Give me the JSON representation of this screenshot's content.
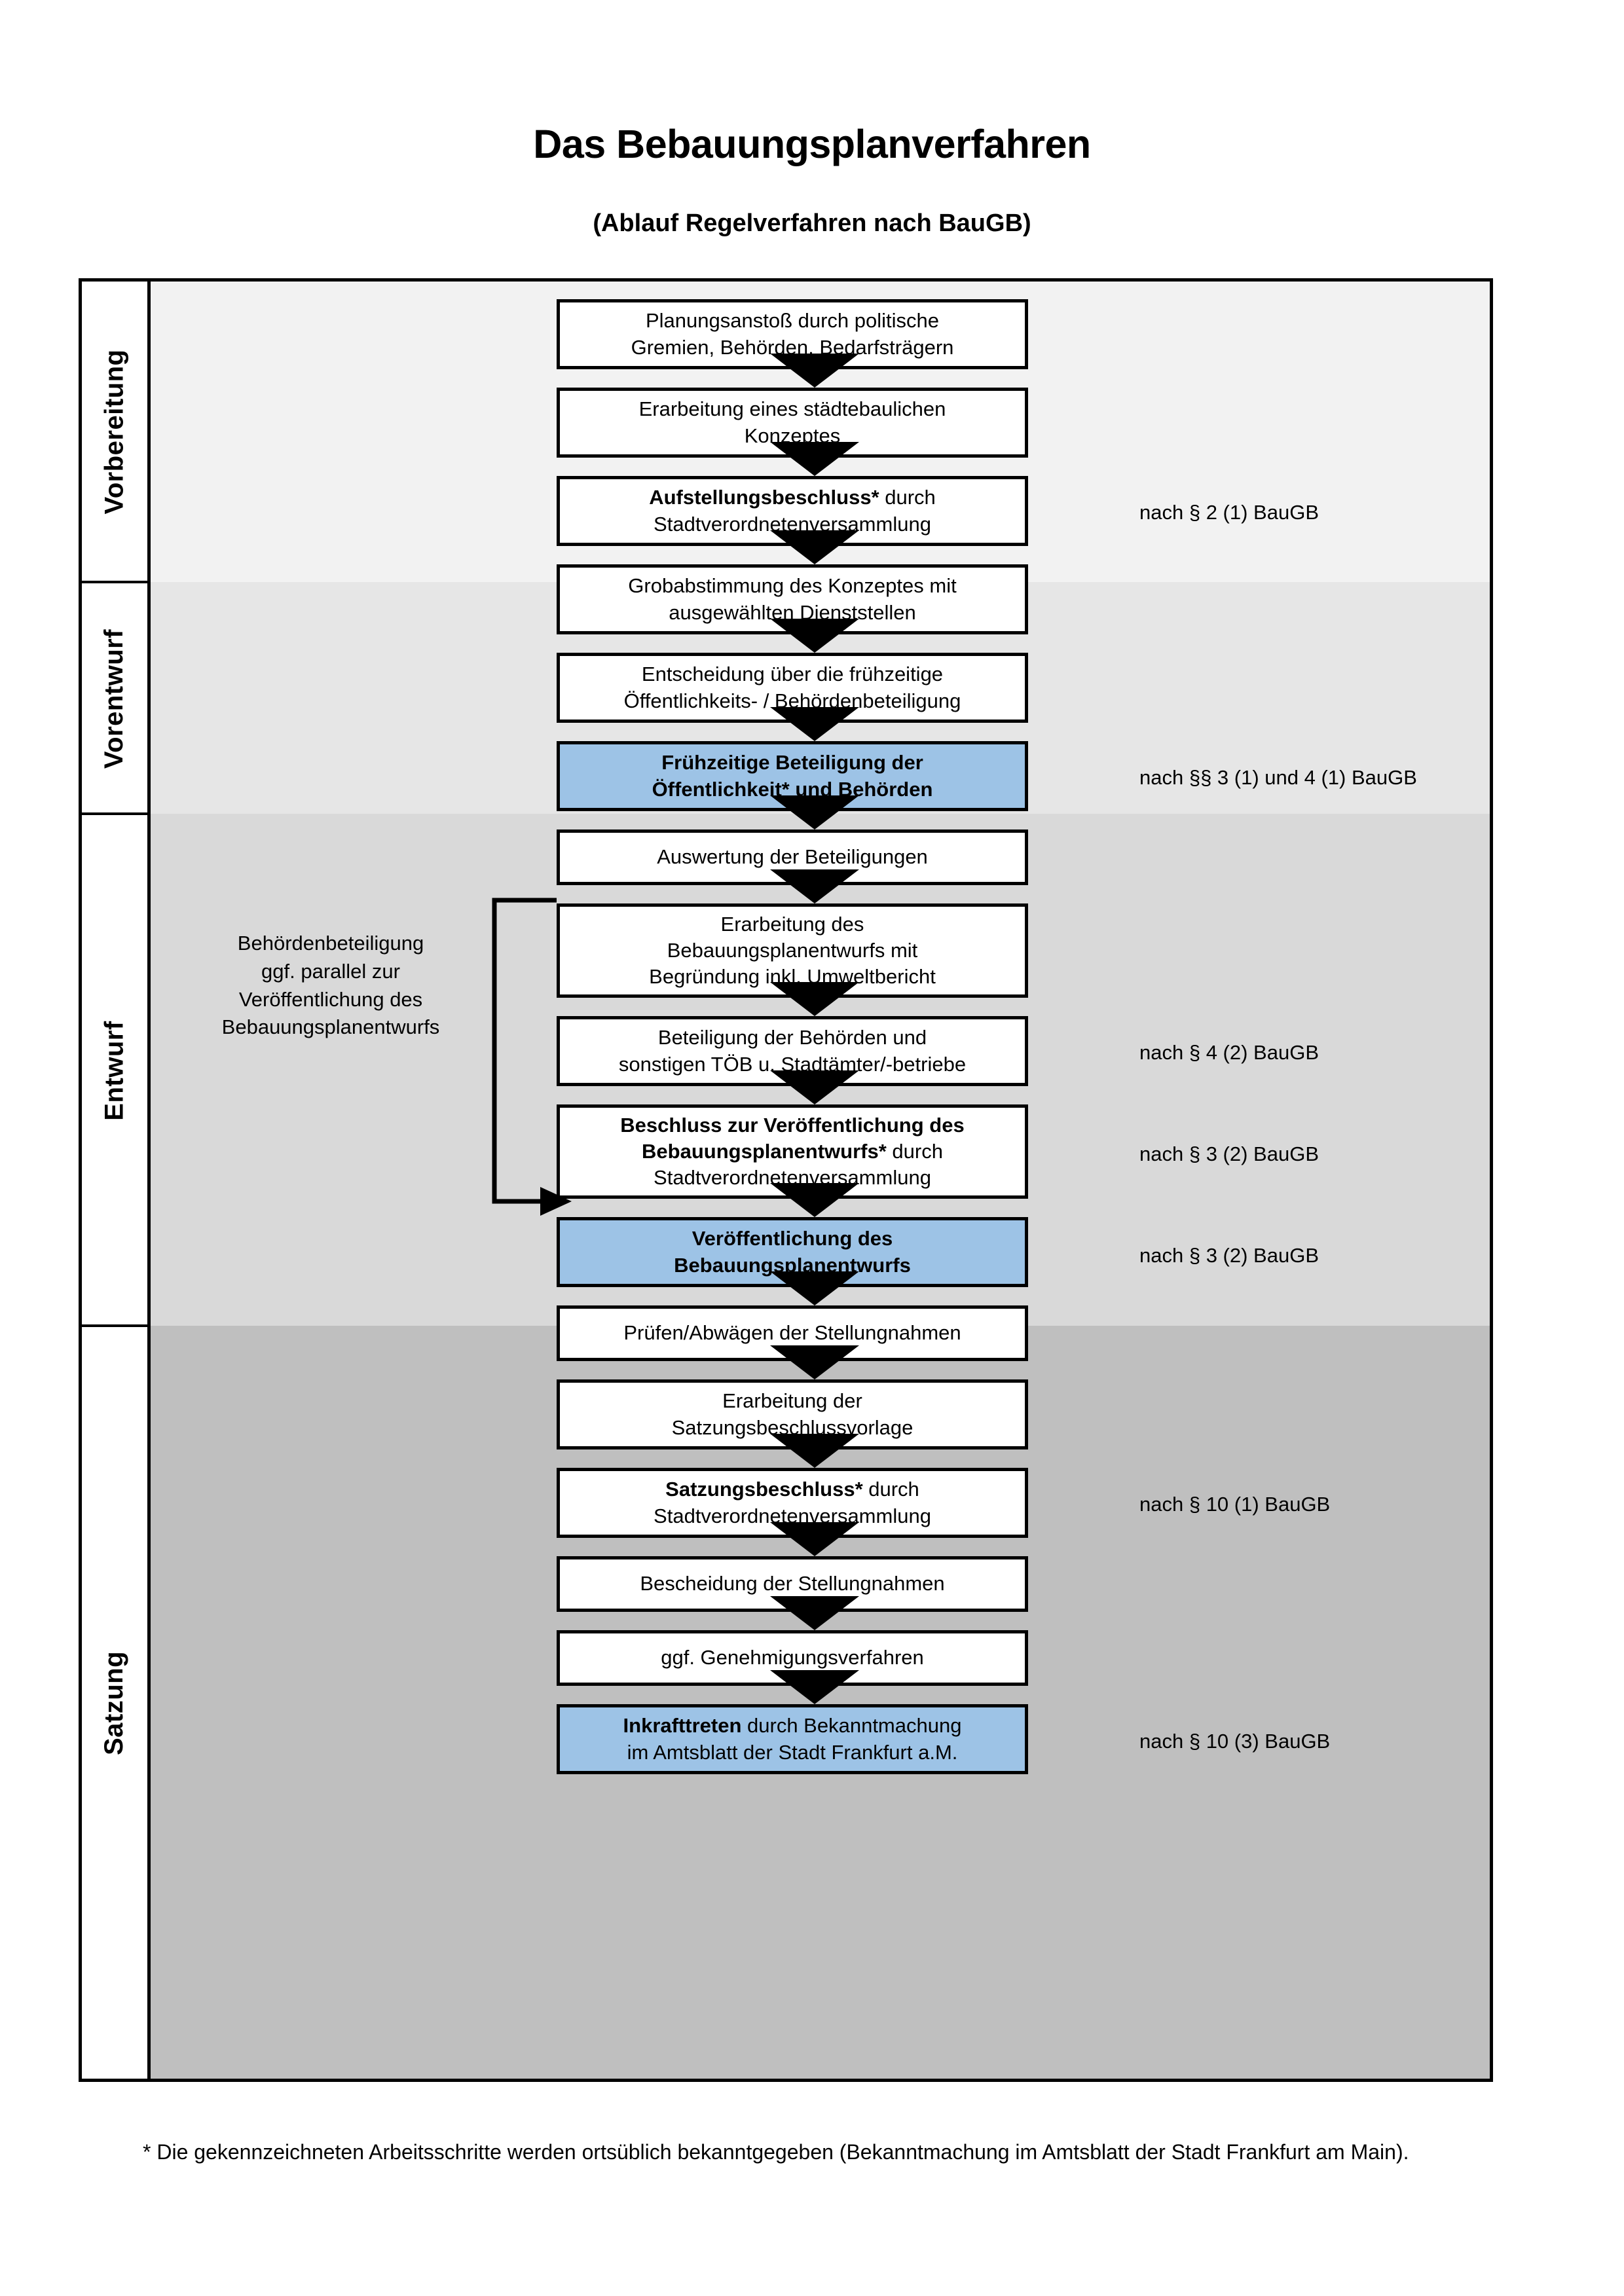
{
  "header": {
    "title": "Das Bebauungsplanverfahren",
    "subtitle": "(Ablauf Regelverfahren nach BauGB)"
  },
  "colors": {
    "highlight_blue": "#9DC3E6",
    "band_vorbereitung": "#F2F2F2",
    "band_vorentwurf": "#E6E6E6",
    "band_entwurf": "#D9D9D9",
    "band_satzung": "#BFBFBF",
    "outline": "#000000"
  },
  "phases": [
    {
      "label": "Vorbereitung"
    },
    {
      "label": "Vorentwurf"
    },
    {
      "label": "Entwurf"
    },
    {
      "label": "Satzung"
    }
  ],
  "steps": [
    {
      "line1": "Planungsanstoß durch politische",
      "line2": "Gremien, Behörden, Bedarfsträgern",
      "bold": "",
      "highlight": false
    },
    {
      "line1": "Erarbeitung eines städtebaulichen",
      "line2": "Konzeptes",
      "bold": "",
      "highlight": false
    },
    {
      "bold": "Aufstellungsbeschluss*",
      "after_bold": " durch",
      "line2": "Stadtverordnetenversammlung",
      "highlight": false
    },
    {
      "line1": "Grobabstimmung des Konzeptes mit",
      "line2": "ausgewählten Dienststellen",
      "bold": "",
      "highlight": false
    },
    {
      "line1": "Entscheidung über die frühzeitige",
      "line2": "Öffentlichkeits- / Behördenbeteiligung",
      "bold": "",
      "highlight": false
    },
    {
      "bold": "Frühzeitige Beteiligung der",
      "bold2": "Öffentlichkeit* und Behörden",
      "highlight": true
    },
    {
      "line1": "Auswertung der Beteiligungen",
      "bold": "",
      "highlight": false
    },
    {
      "line1": "Erarbeitung des",
      "line2": "Bebauungsplanentwurfs mit",
      "line3": "Begründung inkl. Umweltbericht",
      "bold": "",
      "highlight": false
    },
    {
      "line1": "Beteiligung der Behörden und",
      "line2": "sonstigen TÖB u. Stadtämter/-betriebe",
      "bold": "",
      "highlight": false
    },
    {
      "bold": "Beschluss zur Veröffentlichung des",
      "bold2": "Bebauungsplanentwurfs*",
      "after_bold": " durch",
      "line3": "Stadtverordnetenversammlung",
      "highlight": false
    },
    {
      "bold": "Veröffentlichung des",
      "bold2": "Bebauungsplanentwurfs",
      "highlight": true
    },
    {
      "line1": "Prüfen/Abwägen der Stellungnahmen",
      "bold": "",
      "highlight": false
    },
    {
      "line1": "Erarbeitung der",
      "line2": "Satzungsbeschlussvorlage",
      "bold": "",
      "highlight": false
    },
    {
      "bold": "Satzungsbeschluss*",
      "after_bold": " durch",
      "line2": "Stadtverordnetenversammlung",
      "highlight": false
    },
    {
      "line1": "Bescheidung der Stellungnahmen",
      "bold": "",
      "highlight": false
    },
    {
      "line1": "ggf. Genehmigungsverfahren",
      "bold": "",
      "highlight": false
    },
    {
      "bold": "Inkrafttreten",
      "after_bold": " durch Bekanntmachung",
      "line2": "im Amtsblatt der Stadt Frankfurt a.M.",
      "highlight": true
    }
  ],
  "legal_refs": [
    {
      "text": "nach § 2 (1) BauGB"
    },
    {
      "text": "nach §§ 3 (1) und 4 (1) BauGB"
    },
    {
      "text": "nach § 4 (2) BauGB"
    },
    {
      "text": "nach § 3 (2) BauGB"
    },
    {
      "text": "nach § 3 (2) BauGB"
    },
    {
      "text": "nach § 10 (1) BauGB"
    },
    {
      "text": "nach § 10 (3) BauGB"
    }
  ],
  "sidenote": {
    "line1": "Behördenbeteiligung",
    "line2": "ggf. parallel zur",
    "line3": "Veröffentlichung des",
    "line4": "Bebauungsplanentwurfs"
  },
  "footnote": {
    "text": "* Die gekennzeichneten Arbeitsschritte werden ortsüblich bekanntgegeben (Bekanntmachung im Amtsblatt  der Stadt Frankfurt am Main)."
  }
}
